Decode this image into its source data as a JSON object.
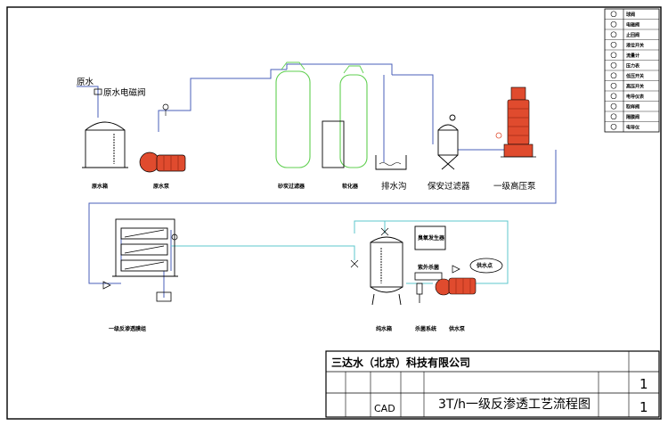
{
  "labels": {
    "raw_water": "原水",
    "raw_water_valve": "原水电磁阀",
    "raw_tank": "原水箱",
    "raw_pump": "原水泵",
    "sand_filter": "砂炭过滤器",
    "softener": "软化器",
    "drain": "排水沟",
    "security_filter": "保安过滤器",
    "hp_pump": "一级高压泵",
    "ro_unit": "一级反渗透膜组",
    "pure_tank": "纯水箱",
    "ozone_gen": "臭氧发生器",
    "uv_sterilizer": "紫外杀菌",
    "dosing_system": "杀菌系统",
    "supply_pump": "供水泵",
    "supply_point": "供水点"
  },
  "legend": {
    "items": [
      "球阀",
      "电磁阀",
      "止回阀",
      "液位开关",
      "流量计",
      "压力表",
      "低压开关",
      "高压开关",
      "电导仪表",
      "取样阀",
      "隔膜阀",
      "电导仪"
    ]
  },
  "title_block": {
    "company": "三达水（北京）科技有限公司",
    "software": "CAD",
    "drawing_title": "3T/h一级反渗透工艺流程图",
    "sheet_no": "1",
    "sheet_total": "1"
  },
  "colors": {
    "line": "#000000",
    "pipe_blue": "#4a5fb8",
    "cyan_pipe": "#5cc7cc",
    "filter_green": "#5fcf4f",
    "pump_red": "#e04b2e"
  }
}
